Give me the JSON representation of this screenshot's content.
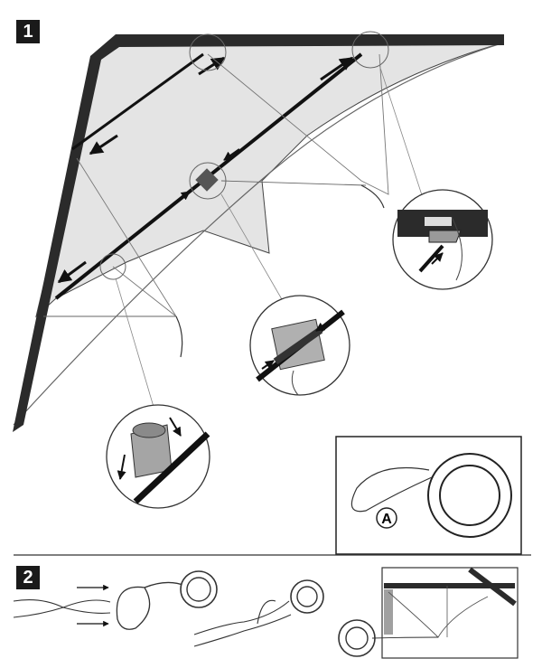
{
  "steps": {
    "step1": {
      "number": "1"
    },
    "step2": {
      "number": "2"
    }
  },
  "callouts": {
    "inset_a_label": "A"
  },
  "colors": {
    "spar": "#2a2a2a",
    "sail": "#e8e8e8",
    "line": "#555555",
    "detail_fill": "#b5b5b5"
  }
}
